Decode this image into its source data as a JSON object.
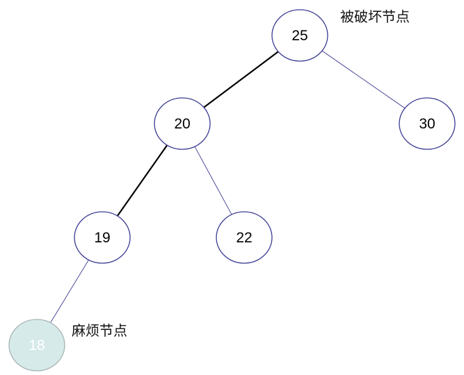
{
  "tree": {
    "nodes": [
      {
        "id": "n25",
        "value": "25",
        "style": "normal"
      },
      {
        "id": "n20",
        "value": "20",
        "style": "normal"
      },
      {
        "id": "n30",
        "value": "30",
        "style": "normal"
      },
      {
        "id": "n19",
        "value": "19",
        "style": "normal"
      },
      {
        "id": "n22",
        "value": "22",
        "style": "normal"
      },
      {
        "id": "n18",
        "value": "18",
        "style": "highlight"
      }
    ],
    "edges": [
      {
        "from": "n25",
        "to": "n20",
        "style": "path"
      },
      {
        "from": "n25",
        "to": "n30",
        "style": "normal"
      },
      {
        "from": "n20",
        "to": "n19",
        "style": "path"
      },
      {
        "from": "n20",
        "to": "n22",
        "style": "normal"
      },
      {
        "from": "n19",
        "to": "n18",
        "style": "normal"
      }
    ]
  },
  "annotations": {
    "broken_node": "被破坏节点",
    "trouble_node": "麻烦节点"
  },
  "colors": {
    "node_stroke": "#3a3a92",
    "edge_normal": "#4a4a9a",
    "edge_path": "#000000",
    "highlight_fill": "#d6eaea",
    "highlight_stroke": "#a8b4b4",
    "highlight_text": "#ffffff"
  }
}
